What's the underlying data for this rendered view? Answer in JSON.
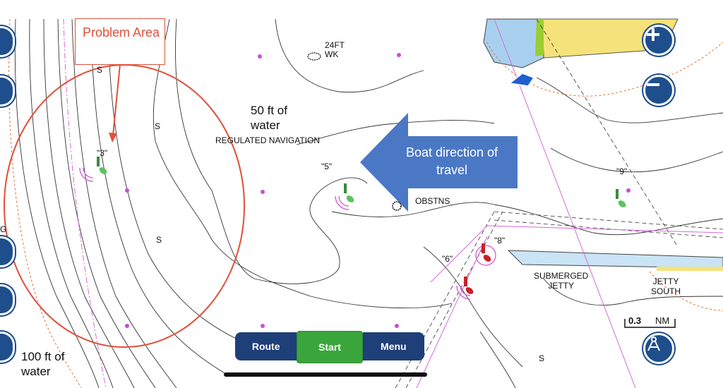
{
  "annotations": {
    "problem_area": "Problem Area",
    "boat_direction": "Boat direction of travel",
    "depth_50": "50 ft of water",
    "depth_100": "100 ft of water"
  },
  "chart_labels": {
    "wreck": "24FT\nWK",
    "regulated": "REGULATED NAVIGATION",
    "obstns": "OBSTNS",
    "submerged_jetty": "SUBMERGED\nJETTY",
    "jetty_south": "JETTY\nSOUTH",
    "buoy_3": "\"3\"",
    "buoy_5": "\"5\"",
    "buoy_6": "\"6\"",
    "buoy_8": "\"8\"",
    "buoy_9": "\"9\"",
    "s1": "S",
    "s2": "S",
    "s3": "S",
    "s4": "S",
    "g": "G"
  },
  "scale": {
    "value": "0.3",
    "unit": "NM"
  },
  "nav": {
    "route": "Route",
    "start": "Start",
    "menu": "Menu"
  },
  "controls": {
    "zoom_in": "plus-icon",
    "zoom_out": "minus-icon",
    "compass": "compass-icon"
  },
  "colors": {
    "nav_blue": "#1f3f78",
    "start_green": "#3aa53a",
    "annotation_red": "#e0503a",
    "arrow_blue": "#4a78c4",
    "land_yellow": "#f6e27a",
    "shallow_blue": "#a8d0ee"
  }
}
